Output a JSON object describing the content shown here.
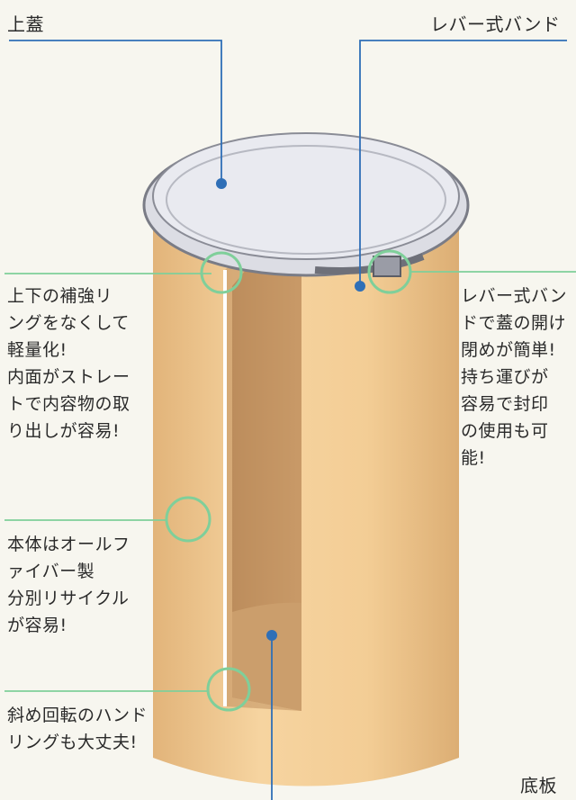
{
  "labels": {
    "top_lid": "上蓋",
    "lever_band": "レバー式バンド",
    "bottom_plate": "底板"
  },
  "notes": {
    "ring": [
      "上下の補強リ",
      "ングをなくして",
      "軽量化!",
      "内面がストレー",
      "トで内容物の取",
      "り出しが容易!"
    ],
    "lever": [
      "レバー式バン",
      "ドで蓋の開け",
      "閉めが簡単!",
      "持ち運びが",
      "容易で封印",
      "の使用も可",
      "能!"
    ],
    "body": [
      "本体はオールフ",
      "ァイバー製",
      "分別リサイクル",
      "が容易!"
    ],
    "handle": [
      "斜め回転のハンド",
      "リングも大丈夫!"
    ]
  },
  "colors": {
    "leader_blue": "#2f6fb7",
    "leader_green": "#7fcf9a",
    "drum_body": "#f1c98f",
    "drum_inner": "#c99a66",
    "lid": "#e9eaf0"
  }
}
